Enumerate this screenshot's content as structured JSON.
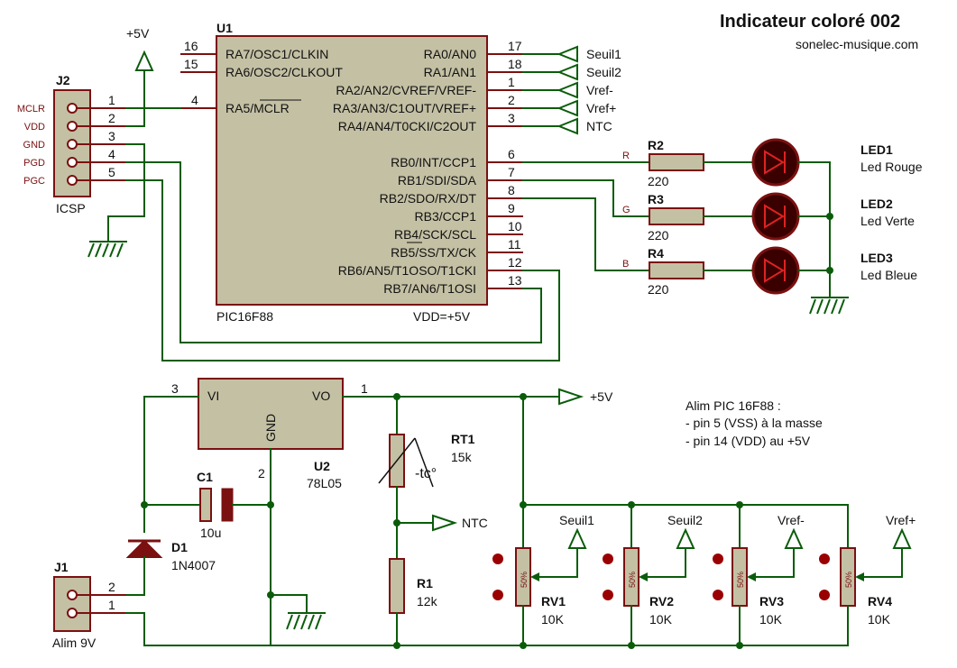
{
  "title": "Indicateur coloré 002",
  "website": "sonelec-musique.com",
  "notes": {
    "line1": "Alim PIC 16F88 :",
    "line2": "- pin 5 (VSS) à la masse",
    "line3": "- pin 14 (VDD) au +5V"
  },
  "u1": {
    "ref": "U1",
    "part": "PIC16F88",
    "vdd": "VDD=+5V",
    "left_pins": [
      {
        "num": "16",
        "name": "RA7/OSC1/CLKIN"
      },
      {
        "num": "15",
        "name": "RA6/OSC2/CLKOUT"
      },
      {
        "num": "4",
        "name": "RA5/MCLR"
      }
    ],
    "right_pins": [
      {
        "num": "17",
        "name": "RA0/AN0"
      },
      {
        "num": "18",
        "name": "RA1/AN1"
      },
      {
        "num": "1",
        "name": "RA2/AN2/CVREF/VREF-"
      },
      {
        "num": "2",
        "name": "RA3/AN3/C1OUT/VREF+"
      },
      {
        "num": "3",
        "name": "RA4/AN4/T0CKI/C2OUT"
      },
      {
        "num": "6",
        "name": "RB0/INT/CCP1"
      },
      {
        "num": "7",
        "name": "RB1/SDI/SDA"
      },
      {
        "num": "8",
        "name": "RB2/SDO/RX/DT"
      },
      {
        "num": "9",
        "name": "RB3/CCP1"
      },
      {
        "num": "10",
        "name": "RB4/SCK/SCL"
      },
      {
        "num": "11",
        "name": "RB5/SS/TX/CK"
      },
      {
        "num": "12",
        "name": "RB6/AN5/T1OSO/T1CKI"
      },
      {
        "num": "13",
        "name": "RB7/AN6/T1OSI"
      }
    ]
  },
  "terminals": {
    "seuil1": "Seuil1",
    "seuil2": "Seuil2",
    "vref_minus": "Vref-",
    "vref_plus": "Vref+",
    "ntc": "NTC",
    "plus5v": "+5V"
  },
  "j2": {
    "ref": "J2",
    "name": "ICSP",
    "pins": [
      {
        "num": "1",
        "label": "MCLR"
      },
      {
        "num": "2",
        "label": "VDD"
      },
      {
        "num": "3",
        "label": "GND"
      },
      {
        "num": "4",
        "label": "PGD"
      },
      {
        "num": "5",
        "label": "PGC"
      }
    ]
  },
  "resistors_led": [
    {
      "ref": "R2",
      "value": "220",
      "net": "R"
    },
    {
      "ref": "R3",
      "value": "220",
      "net": "G"
    },
    {
      "ref": "R4",
      "value": "220",
      "net": "B"
    }
  ],
  "leds": [
    {
      "ref": "LED1",
      "desc": "Led Rouge"
    },
    {
      "ref": "LED2",
      "desc": "Led Verte"
    },
    {
      "ref": "LED3",
      "desc": "Led Bleue"
    }
  ],
  "u2": {
    "ref": "U2",
    "part": "78L05",
    "vi": "VI",
    "vo": "VO",
    "gnd": "GND",
    "pin_vi": "3",
    "pin_vo": "1",
    "pin_gnd": "2"
  },
  "c1": {
    "ref": "C1",
    "value": "10u"
  },
  "d1": {
    "ref": "D1",
    "value": "1N4007"
  },
  "j1": {
    "ref": "J1",
    "name": "Alim 9V",
    "pin1": "1",
    "pin2": "2"
  },
  "rt1": {
    "ref": "RT1",
    "value": "15k",
    "label": "-tc°"
  },
  "r1": {
    "ref": "R1",
    "value": "12k"
  },
  "pots": [
    {
      "ref": "RV1",
      "value": "10K",
      "pos": "50%",
      "out": "Seuil1"
    },
    {
      "ref": "RV2",
      "value": "10K",
      "pos": "50%",
      "out": "Seuil2"
    },
    {
      "ref": "RV3",
      "value": "10K",
      "pos": "50%",
      "out": "Vref-"
    },
    {
      "ref": "RV4",
      "value": "10K",
      "pos": "50%",
      "out": "Vref+"
    }
  ],
  "colors": {
    "wire": "#0a5c0a",
    "body": "#c4c0a4",
    "outline": "#7a1010",
    "led": "#3a0000"
  }
}
